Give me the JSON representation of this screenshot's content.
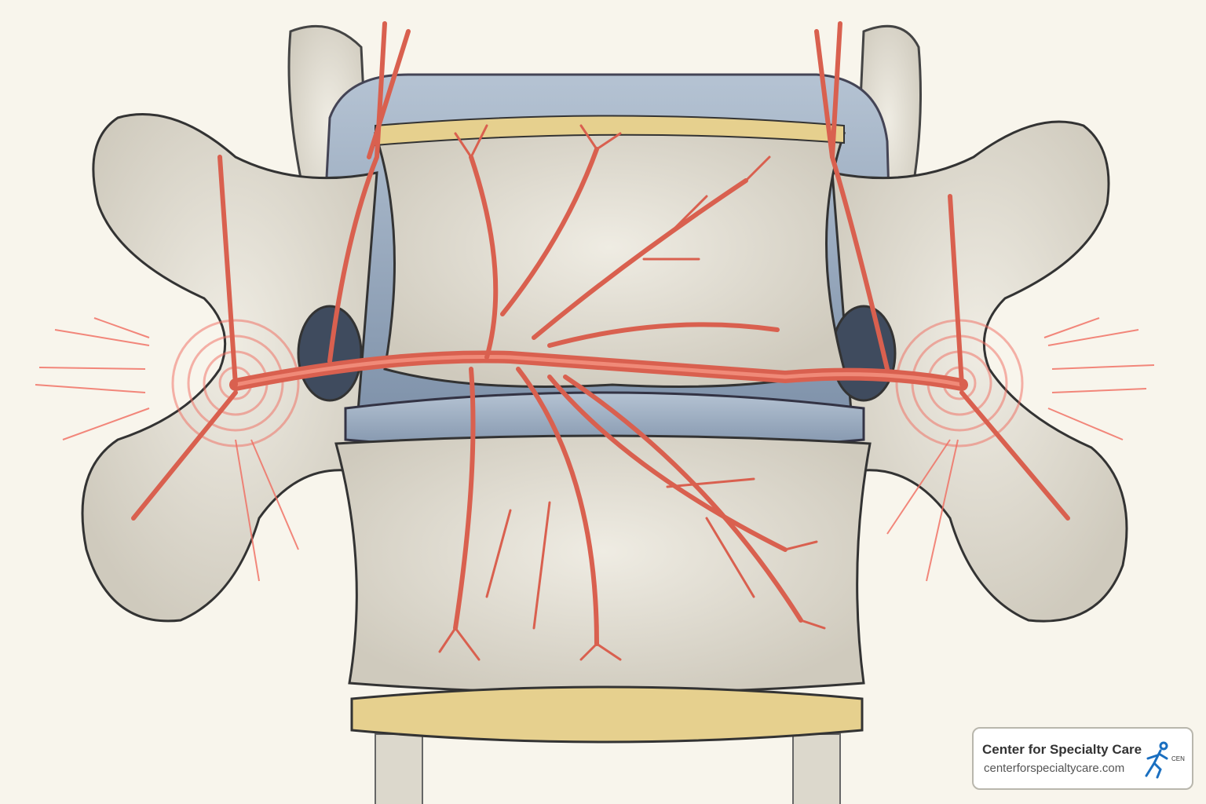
{
  "illustration": {
    "subject": "lumbar-vertebrae-with-nerves",
    "colors": {
      "background": "#f8f5ec",
      "bone": "#e6e2d6",
      "disc": "#9fb0c4",
      "endplate": "#e6d08e",
      "nerve": "#d9604f",
      "pain": "#f06a5e"
    }
  },
  "watermark": {
    "title": "Center for Specialty Care",
    "url": "centerforspecialtycare.com",
    "logo_text": "CEN",
    "logo_color": "#1a6fc0"
  }
}
